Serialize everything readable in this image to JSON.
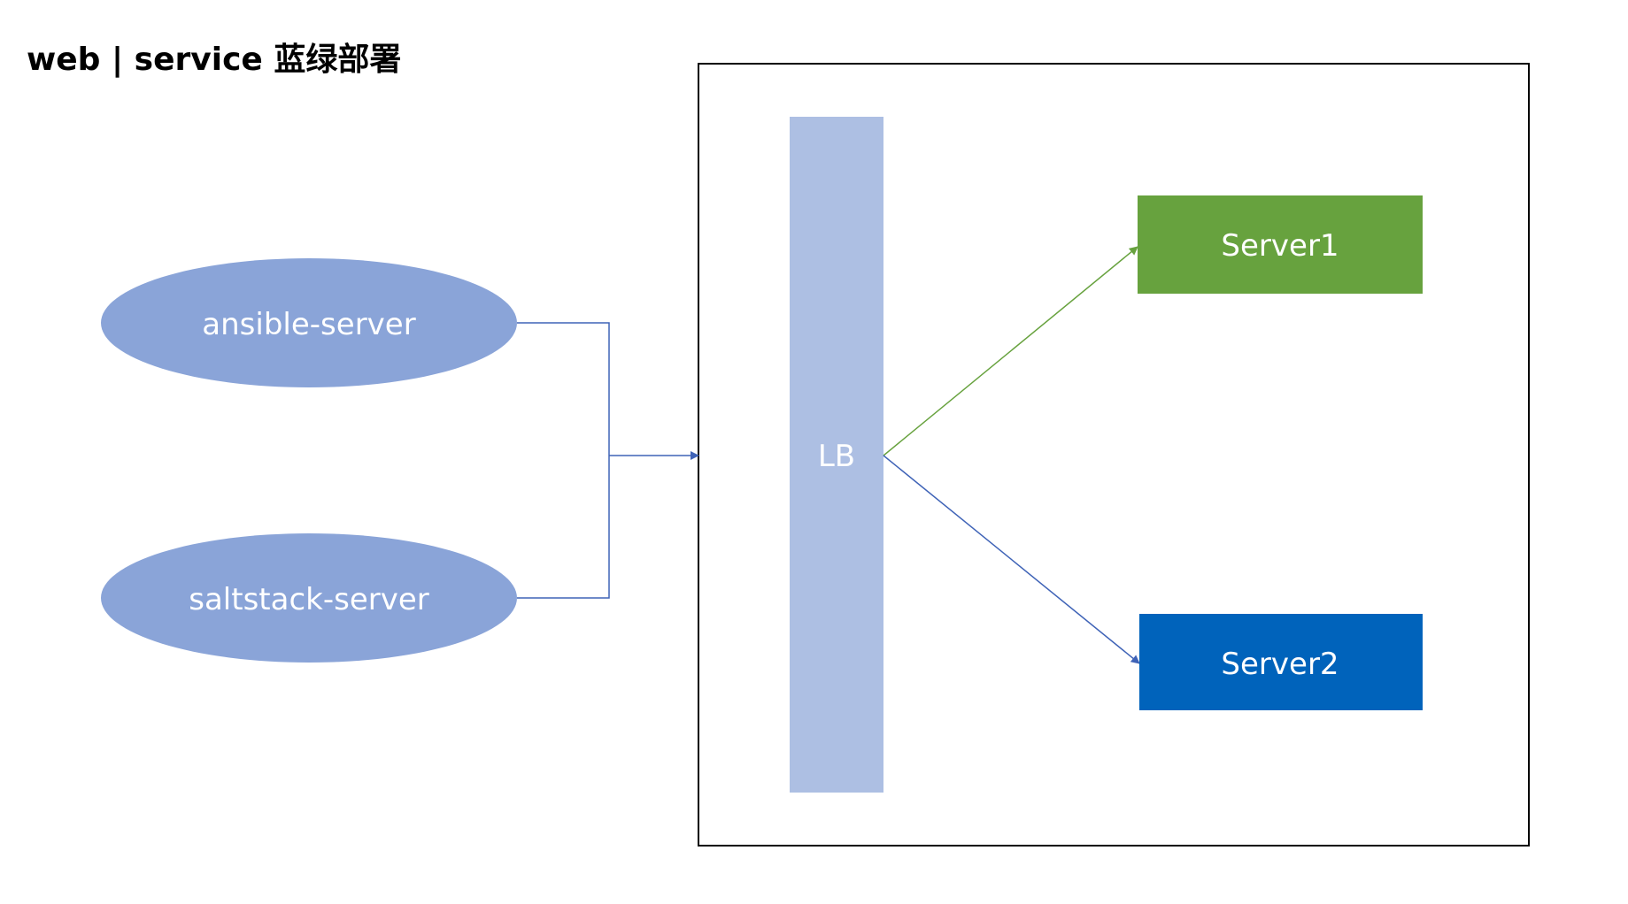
{
  "title": "web | service 蓝绿部署",
  "nodes": {
    "ansible": {
      "label": "ansible-server"
    },
    "saltstack": {
      "label": "saltstack-server"
    },
    "lb": {
      "label": "LB"
    },
    "server1": {
      "label": "Server1"
    },
    "server2": {
      "label": "Server2"
    }
  },
  "colors": {
    "ellipse_fill": "#8aa4d8",
    "lb_fill": "#adbfe3",
    "server1_fill": "#67a23e",
    "server2_fill": "#0063bb",
    "edge_blue": "#3f63b7",
    "edge_green": "#67a23e"
  }
}
